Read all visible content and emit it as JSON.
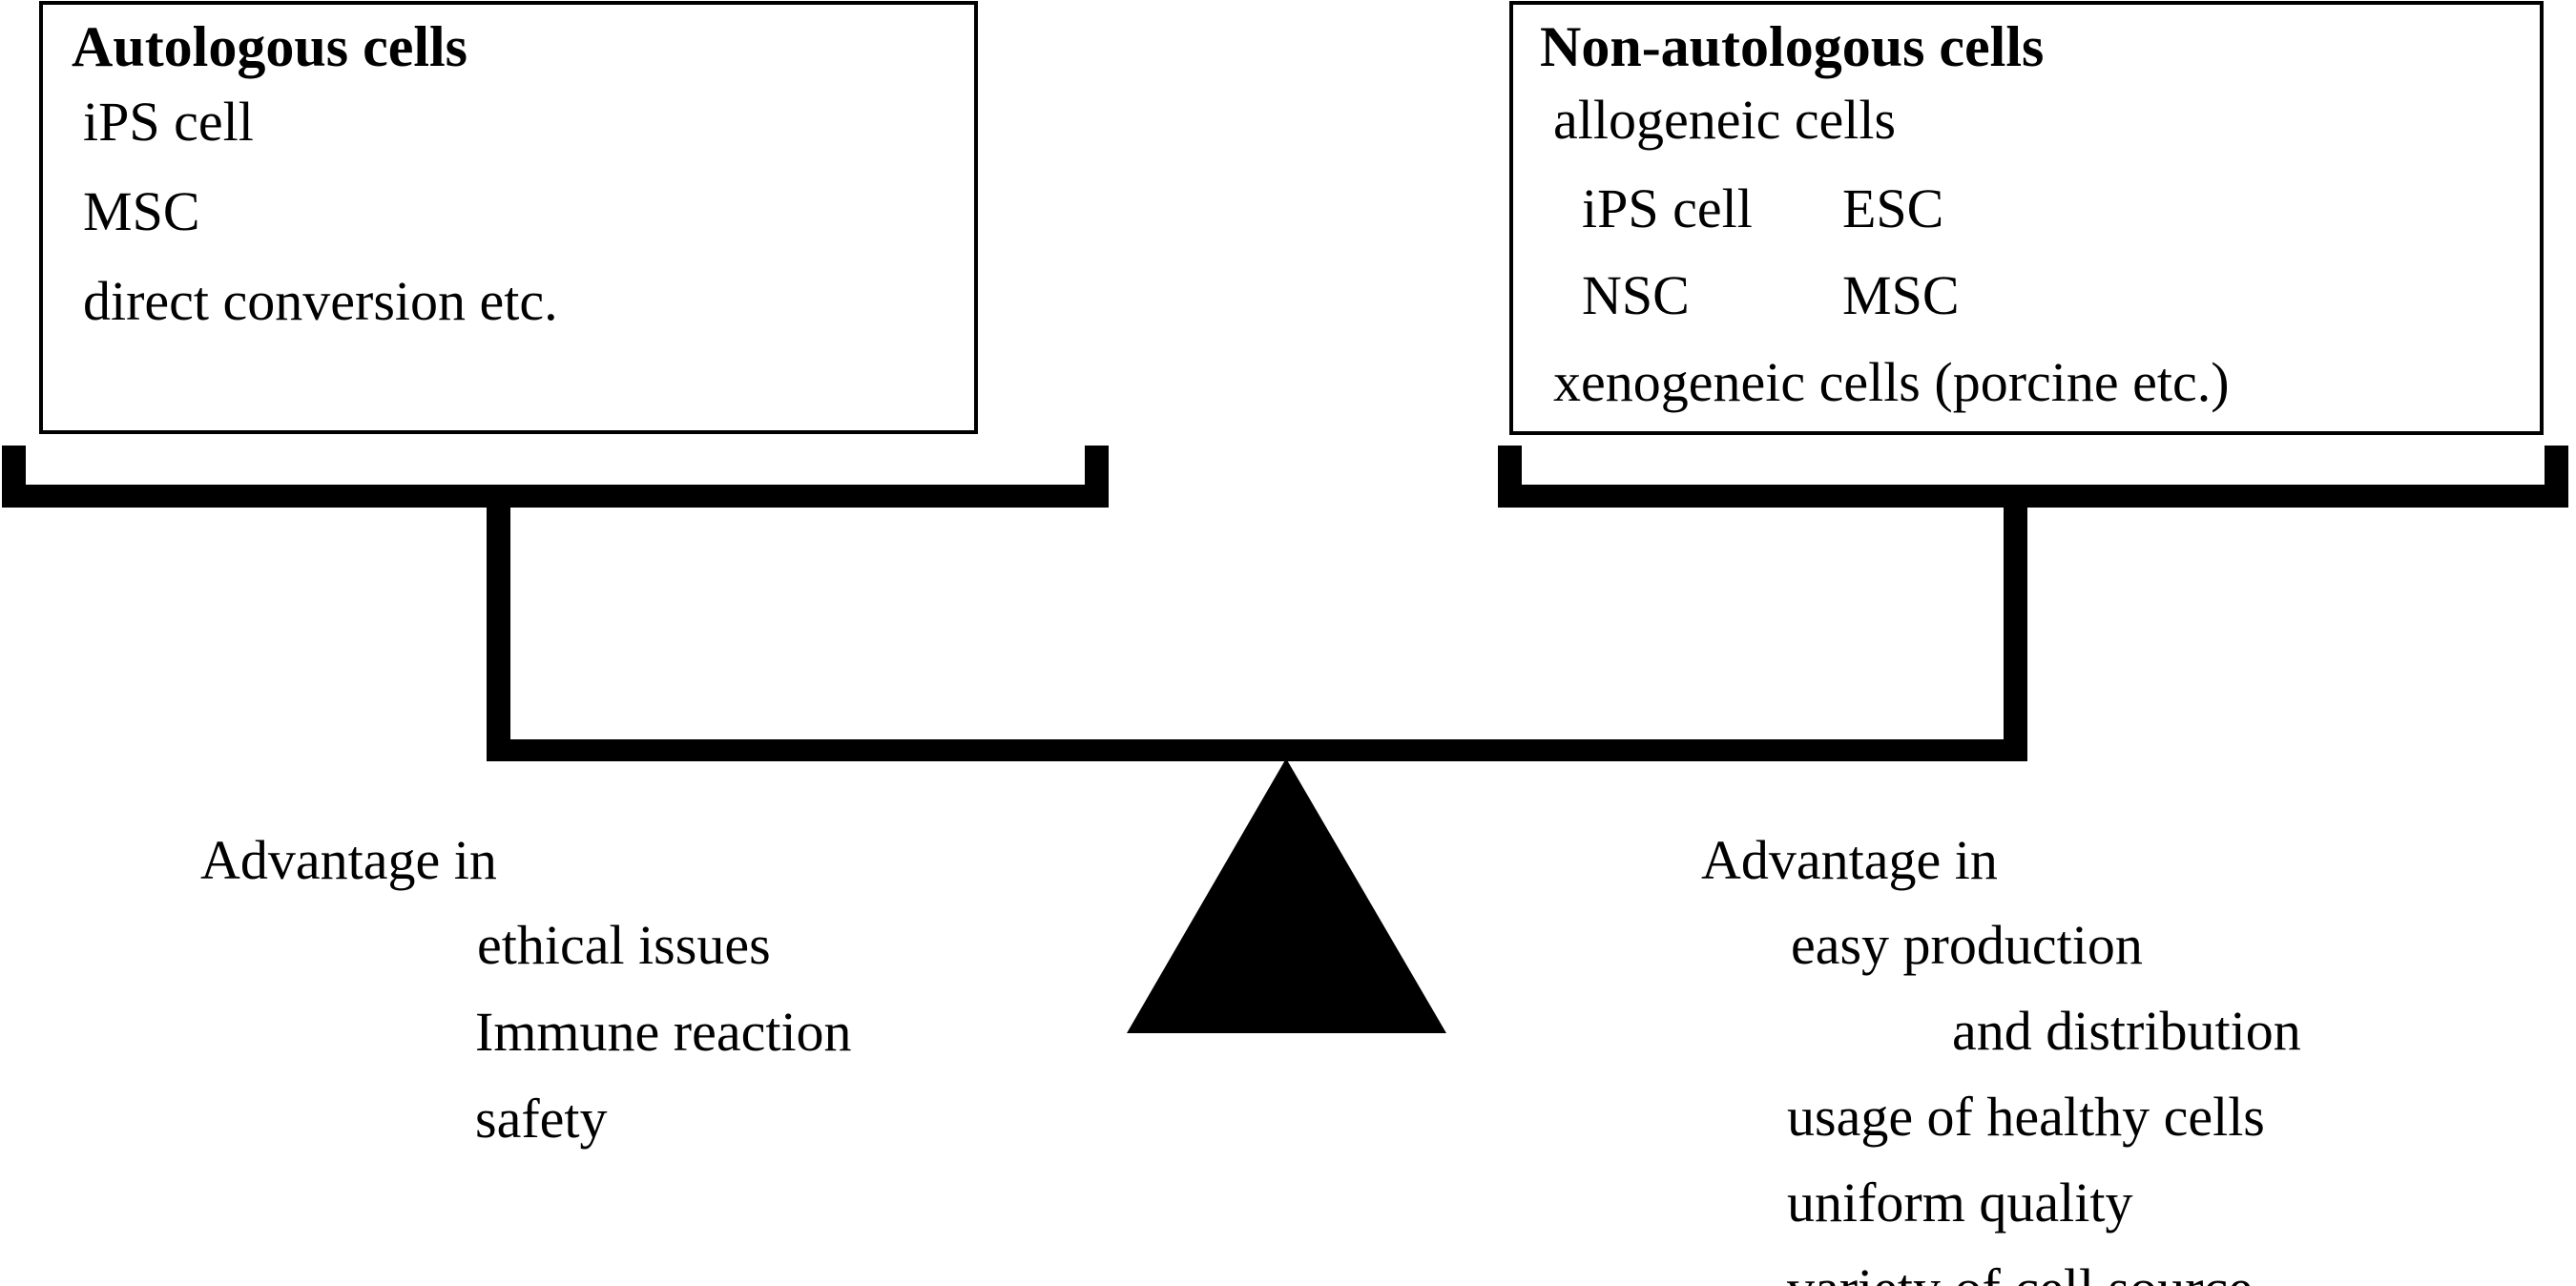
{
  "diagram": {
    "type": "balance-scale-comparison",
    "ink_color": "#000000",
    "background_color": "#ffffff"
  },
  "left_panel": {
    "box": {
      "title": "Autologous cells",
      "lines": [
        "iPS cell",
        "MSC",
        "direct conversion etc."
      ]
    },
    "advantages": {
      "heading": "Advantage in",
      "items": [
        "ethical issues",
        "Immune reaction",
        "safety"
      ]
    }
  },
  "right_panel": {
    "box": {
      "title": "Non-autologous cells",
      "group_label": "allogeneic cells",
      "group_items": [
        "iPS cell",
        "ESC",
        "NSC",
        "MSC"
      ],
      "last_line": "xenogeneic cells (porcine etc.)"
    },
    "advantages": {
      "heading": "Advantage in",
      "items": [
        "easy production",
        "and distribution",
        "usage of healthy cells",
        "uniform quality",
        "variety of cell source"
      ]
    }
  },
  "scale": {
    "left_pan_name": "left-pan",
    "right_pan_name": "right-pan",
    "fulcrum_name": "fulcrum-triangle"
  }
}
